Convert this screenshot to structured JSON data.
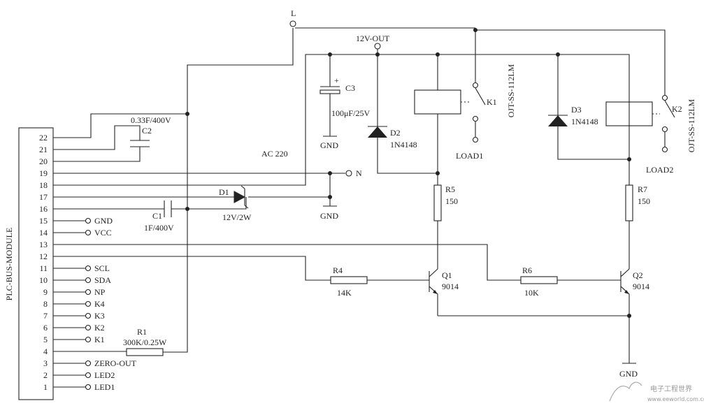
{
  "module": {
    "name": "PLC-BUS-MODULE",
    "pins": [
      "1",
      "2",
      "3",
      "4",
      "5",
      "6",
      "7",
      "8",
      "9",
      "10",
      "11",
      "12",
      "13",
      "14",
      "15",
      "16",
      "17",
      "18",
      "19",
      "20",
      "21",
      "22"
    ]
  },
  "pin_labels": {
    "p15": "GND",
    "p14": "VCC",
    "p11": "SCL",
    "p10": "SDA",
    "p9": "NP",
    "p8": "K4",
    "p7": "K3",
    "p6": "K2",
    "p5": "K1",
    "p3": "ZERO-OUT",
    "p2": "LED2",
    "p1": "LED1"
  },
  "nets": {
    "L": "L",
    "N": "N",
    "out12": "12V-OUT",
    "ac": "AC 220",
    "gnd_c3": "GND",
    "gnd_d1": "GND",
    "gnd_q": "GND"
  },
  "components": {
    "C2": {
      "ref": "C2",
      "value": "0.33F/400V"
    },
    "C1": {
      "ref": "C1",
      "value": "1F/400V"
    },
    "C3": {
      "ref": "C3",
      "value": "100μF/25V",
      "plus": "+"
    },
    "D1": {
      "ref": "D1",
      "value": "12V/2W"
    },
    "D2": {
      "ref": "D2",
      "value": "1N4148"
    },
    "D3": {
      "ref": "D3",
      "value": "1N4148"
    },
    "R1": {
      "ref": "R1",
      "value": "300K/0.25W"
    },
    "R4": {
      "ref": "R4",
      "value": "14K"
    },
    "R5": {
      "ref": "R5",
      "value": "150"
    },
    "R6": {
      "ref": "R6",
      "value": "10K"
    },
    "R7": {
      "ref": "R7",
      "value": "150"
    },
    "Q1": {
      "ref": "Q1",
      "value": "9014"
    },
    "Q2": {
      "ref": "Q2",
      "value": "9014"
    },
    "K1": {
      "ref": "K1",
      "relay": "OJT-SS-112LM",
      "load": "LOAD1"
    },
    "K2": {
      "ref": "K2",
      "relay": "OJT-SS-112LM",
      "load": "LOAD2"
    }
  },
  "watermark": {
    "line1": "电子工程世界",
    "line2": "www.eeworld.com.cn"
  }
}
